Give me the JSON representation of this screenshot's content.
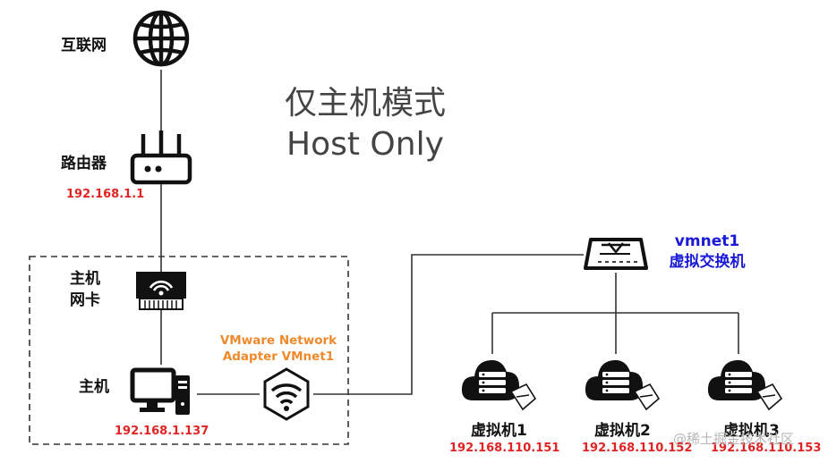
{
  "title": {
    "line1": "仅主机模式",
    "line2": "Host Only"
  },
  "nodes": {
    "internet": {
      "label": "互联网",
      "icon": "globe-icon"
    },
    "router": {
      "label": "路由器",
      "ip": "192.168.1.1",
      "icon": "router-icon"
    },
    "nic": {
      "label_line1": "主机",
      "label_line2": "网卡",
      "icon": "network-card-icon"
    },
    "host": {
      "label": "主机",
      "ip": "192.168.1.137",
      "icon": "desktop-computer-icon"
    },
    "adapter": {
      "label_line1": "VMware Network",
      "label_line2": "Adapter VMnet1",
      "icon": "wifi-adapter-icon"
    },
    "vswitch": {
      "label_line1": "vmnet1",
      "label_line2": "虚拟交换机",
      "icon": "switch-icon"
    },
    "vms": [
      {
        "label": "虚拟机1",
        "ip": "192.168.110.151",
        "icon": "cloud-server-icon"
      },
      {
        "label": "虚拟机2",
        "ip": "192.168.110.152",
        "icon": "cloud-server-icon"
      },
      {
        "label": "虚拟机3",
        "ip": "192.168.110.153",
        "icon": "cloud-server-icon"
      }
    ]
  },
  "watermark": "@稀土掘金技术社区",
  "colors": {
    "ip": "#e02424",
    "adapter_label": "#ee8a2c",
    "switch_label": "#1a1ad8",
    "lines": "#333333"
  }
}
